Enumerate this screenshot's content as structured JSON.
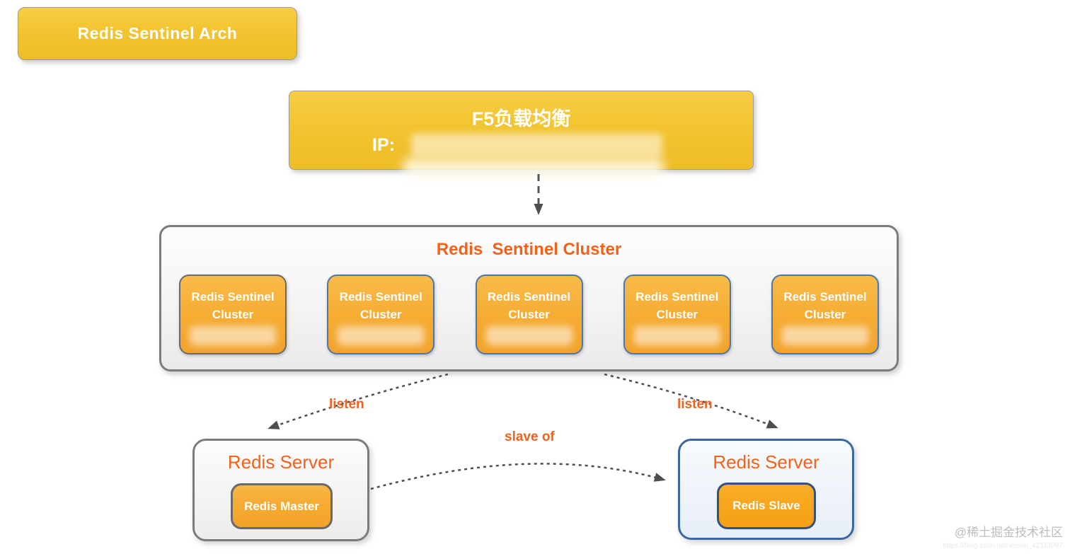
{
  "title_box": {
    "label": "Redis Sentinel Arch"
  },
  "load_balancer": {
    "title": "F5负载均衡",
    "ip_label": "IP:",
    "ip_value_redacted": true
  },
  "sentinel_cluster": {
    "title": "Redis  Sentinel Cluster",
    "nodes": [
      {
        "label": "Redis Sentinel Cluster",
        "address_redacted": true
      },
      {
        "label": "Redis Sentinel Cluster",
        "address_redacted": true
      },
      {
        "label": "Redis Sentinel Cluster",
        "address_redacted": true
      },
      {
        "label": "Redis Sentinel Cluster",
        "address_redacted": true
      },
      {
        "label": "Redis Sentinel Cluster",
        "address_redacted": true
      }
    ]
  },
  "edges": {
    "listen_left_label": "listen",
    "listen_right_label": "listen",
    "slave_of_label": "slave of"
  },
  "master_server": {
    "title": "Redis Server",
    "node_label": "Redis Master"
  },
  "slave_server": {
    "title": "Redis Server",
    "node_label": "Redis Slave"
  },
  "watermark": {
    "community": "@稀土掘金技术社区",
    "url": "https://blog.csdn.net/weixin_42114097"
  },
  "colors": {
    "banner_yellow": "#F3C431",
    "node_orange": "#F5A92F",
    "orange_text": "#F3611A",
    "blue_border": "#4A77AD",
    "navy_border": "#33527E",
    "gray_border": "#7B7B7B",
    "arrow_gray": "#4E4E4E"
  }
}
